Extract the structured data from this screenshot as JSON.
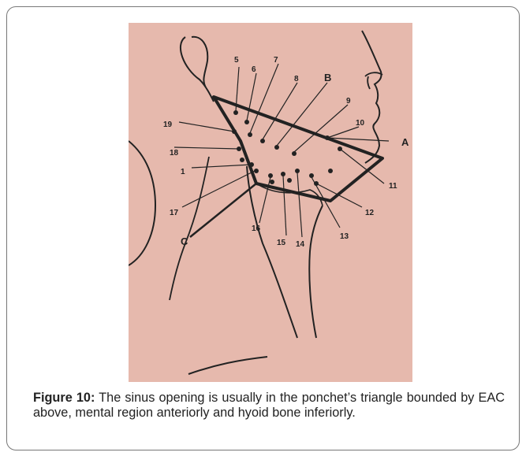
{
  "figure": {
    "caption": {
      "label": "Figure 10:",
      "text": " The sinus opening is usually in the ponchet’s triangle bounded by EAC above, mental region anteriorly and hyoid bone inferiorly."
    },
    "labels": {
      "n1": "1",
      "n5": "5",
      "n6": "6",
      "n7": "7",
      "n8": "8",
      "n9": "9",
      "n10": "10",
      "n11": "11",
      "n12": "12",
      "n13": "13",
      "n14": "14",
      "n15": "15",
      "n16": "16",
      "n17": "17",
      "n18": "18",
      "n19": "19",
      "a": "A",
      "b": "B",
      "c": "C"
    },
    "colors": {
      "background": "#e6b9ad",
      "ink": "#222222"
    }
  }
}
